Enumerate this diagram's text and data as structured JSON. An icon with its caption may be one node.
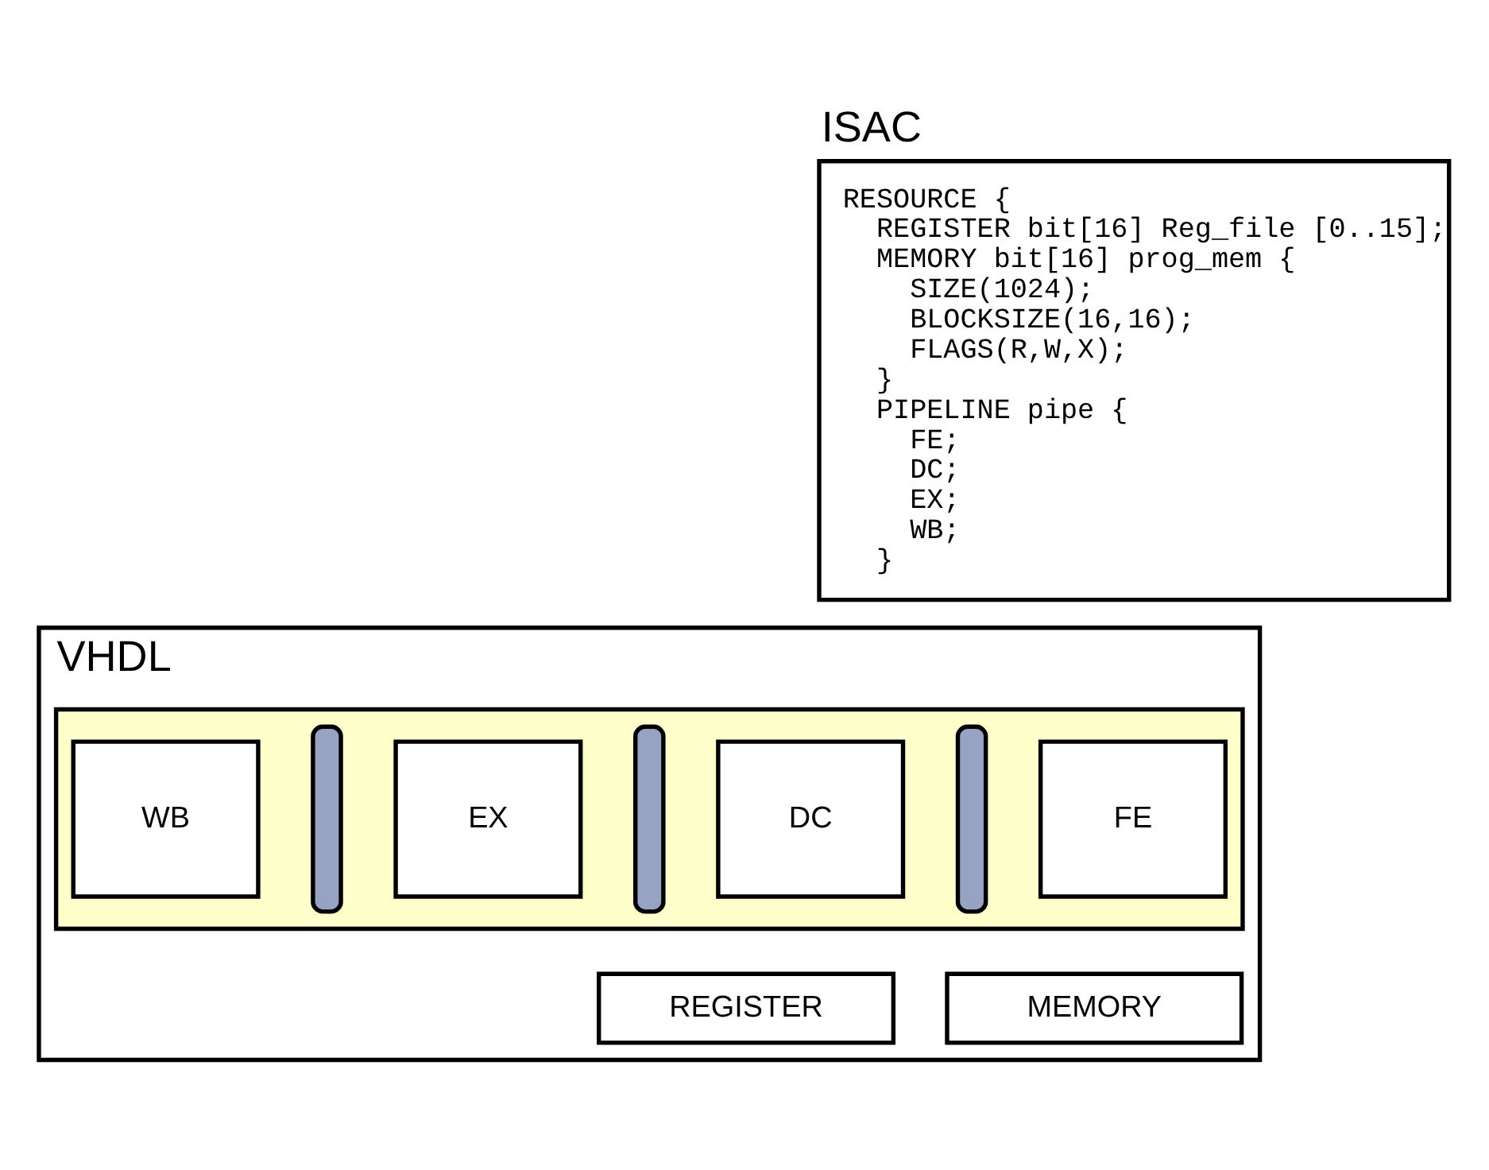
{
  "diagram": {
    "nodes": [
      {
        "text": [
          "ISAC",
          "RESOURCE {",
          "REGISTER bit[16] Reg_file [0..15];",
          "MEMORY bit[16] prog_mem {",
          "SIZE(1024);",
          "BLOCKSIZE(16,16);",
          "FLAGS(R,W,X);",
          "}",
          "PIPELINE pipe {",
          "FE;",
          "DC;",
          "EX;",
          "WB;",
          "}"
        ]
      },
      {
        "text": [
          "VHDL"
        ]
      },
      {
        "text": [],
        "shape": "box",
        "in": 1
      },
      {
        "text": [
          "FE"
        ],
        "in": 2
      },
      {
        "text": [],
        "shape": "bar",
        "in": 2
      },
      {
        "text": [
          "DC"
        ],
        "in": 2
      },
      {
        "text": [],
        "shape": "bar",
        "in": 2
      },
      {
        "text": [
          "EX"
        ],
        "in": 2
      },
      {
        "text": [],
        "shape": "bar",
        "in": 2
      },
      {
        "text": [
          "WB"
        ],
        "in": 2
      },
      {
        "text": [
          "REGISTER"
        ],
        "in": 1
      },
      {
        "text": [
          "MEMORY"
        ],
        "in": 1
      }
    ]
  }
}
